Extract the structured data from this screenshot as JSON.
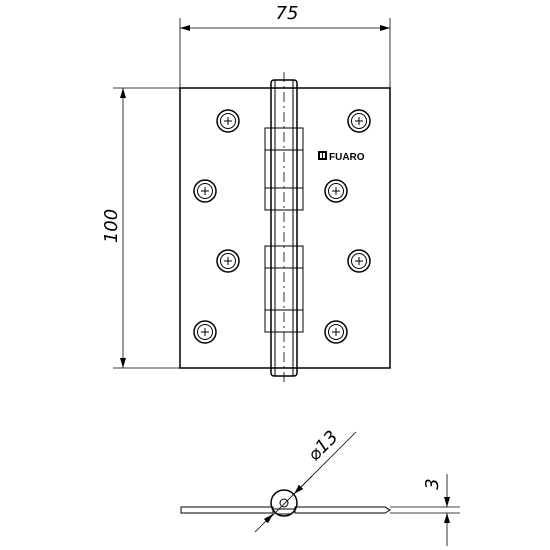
{
  "dimensions": {
    "width": "75",
    "height": "100",
    "pin_diameter": "⌀13",
    "thickness": "3"
  },
  "brand": {
    "logo_text": "FUARO"
  },
  "icons": {
    "logo": "fuaro-logo-icon",
    "screw_hole": "screw-hole-icon",
    "arrow": "dimension-arrow-icon"
  },
  "colors": {
    "line": "#000000",
    "background": "#ffffff"
  }
}
